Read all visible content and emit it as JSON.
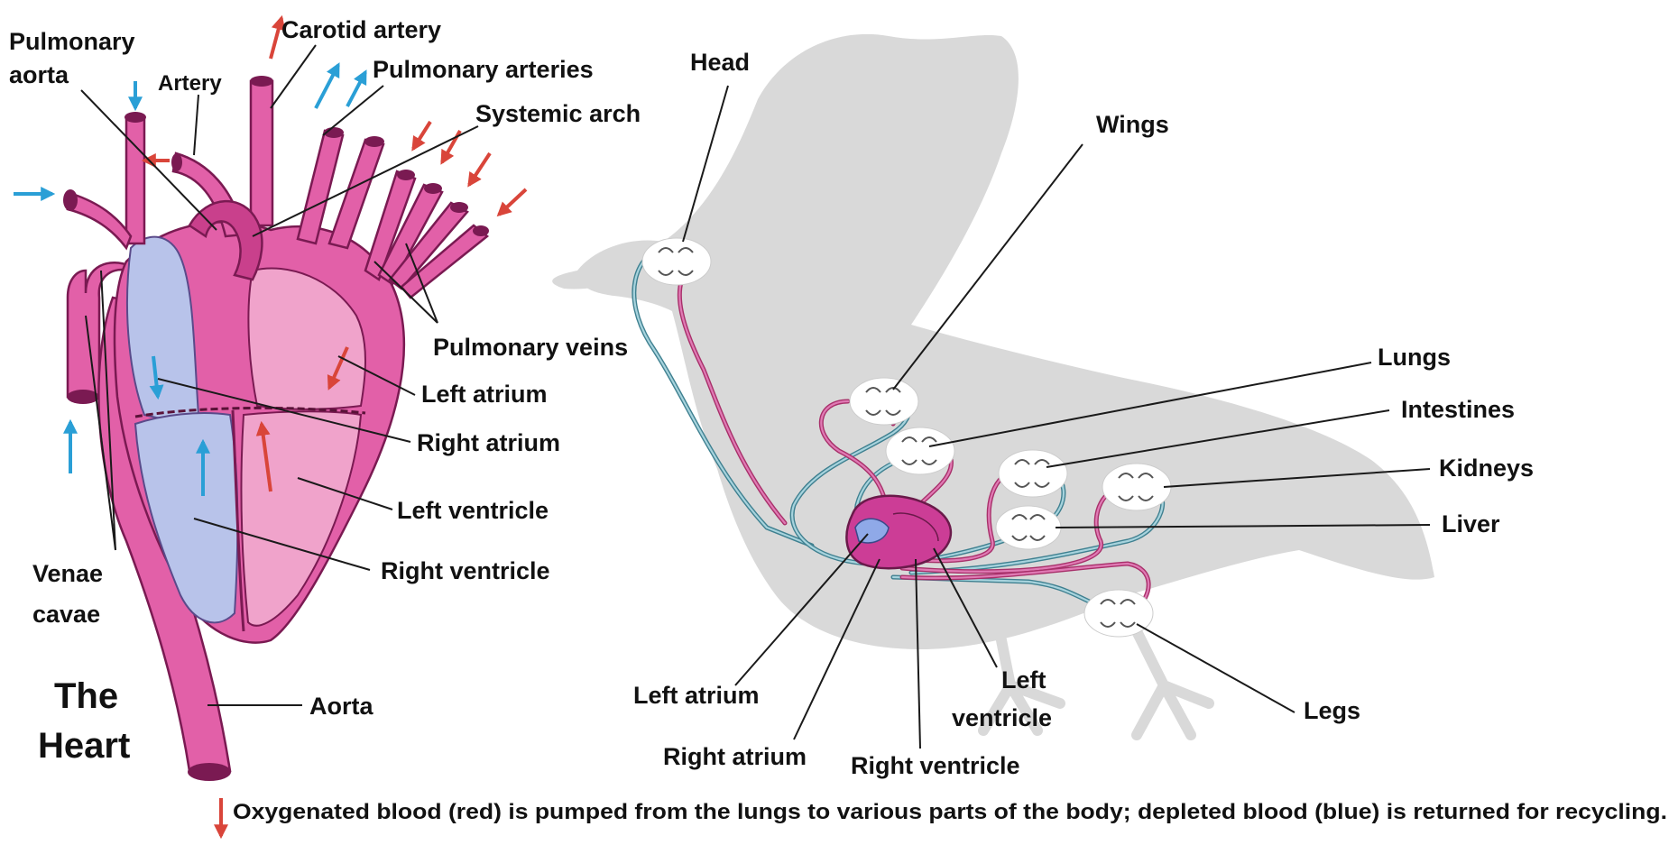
{
  "heart_diagram": {
    "title_line1": "The",
    "title_line2": "Heart",
    "labels": {
      "pulmonary_aorta_1": "Pulmonary",
      "pulmonary_aorta_2": "aorta",
      "artery": "Artery",
      "carotid_artery": "Carotid artery",
      "pulmonary_arteries": "Pulmonary arteries",
      "systemic_arch": "Systemic arch",
      "pulmonary_veins": "Pulmonary veins",
      "left_atrium": "Left atrium",
      "right_atrium": "Right atrium",
      "left_ventricle": "Left ventricle",
      "right_ventricle": "Right ventricle",
      "venae_cavae_1": "Venae",
      "venae_cavae_2": "cavae",
      "aorta": "Aorta"
    }
  },
  "bird_diagram": {
    "labels": {
      "head": "Head",
      "wings": "Wings",
      "lungs": "Lungs",
      "intestines": "Intestines",
      "kidneys": "Kidneys",
      "liver": "Liver",
      "legs": "Legs",
      "left_atrium": "Left atrium",
      "right_atrium": "Right atrium",
      "right_ventricle": "Right ventricle",
      "left_ventricle_1": "Left",
      "left_ventricle_2": "ventricle"
    }
  },
  "caption": "Oxygenated blood (red) is pumped from the lungs to various parts of the body; depleted blood (blue) is returned for recycling.",
  "colors": {
    "oxygenated": "#d9453a",
    "depleted": "#2a9fd6",
    "vessel": "#e260a8",
    "bird_silhouette": "#d9d9d9"
  }
}
